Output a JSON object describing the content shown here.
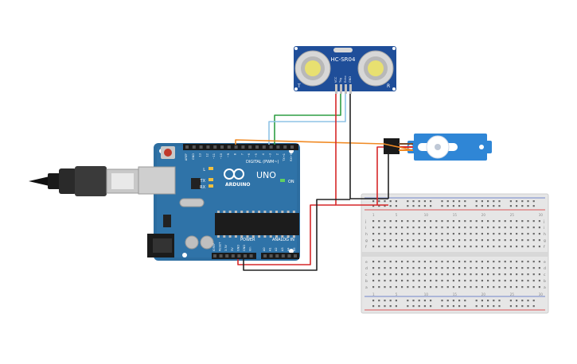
{
  "sensor": {
    "model": "HC-SR04",
    "left_mark": "T",
    "right_mark": "R",
    "pins": [
      "VCC",
      "Trig",
      "Echo",
      "GND"
    ]
  },
  "arduino": {
    "brand": "ARDUINO",
    "model": "UNO",
    "digital_label": "DIGITAL (PWM~)",
    "power_label": "POWER",
    "analog_label": "ANALOG IN",
    "on_label": "ON",
    "tx_label": "TX",
    "rx_label": "RX",
    "l_label": "L",
    "digital_pins": [
      "AREF",
      "GND",
      "13",
      "12",
      "~11",
      "~10",
      "~9",
      "8",
      "7",
      "~6",
      "~5",
      "4",
      "~3",
      "2",
      "TX→1",
      "RX←0"
    ],
    "power_pins": [
      "IOREF",
      "RESET",
      "3.3V",
      "5V",
      "GND",
      "GND",
      "Vin"
    ],
    "analog_pins": [
      "A0",
      "A1",
      "A2",
      "A3",
      "A4",
      "A5"
    ]
  },
  "breadboard": {
    "letters_top": [
      "j",
      "i",
      "h",
      "g",
      "f"
    ],
    "letters_bottom": [
      "e",
      "d",
      "c",
      "b",
      "a"
    ],
    "col_numbers": [
      "1",
      "5",
      "10",
      "15",
      "20",
      "25",
      "30"
    ]
  },
  "colors": {
    "board": "#2c6da0",
    "sensor_board": "#1f4e99",
    "breadboard": "#e6e6e6",
    "wire_red": "#d62728",
    "wire_black": "#222222",
    "wire_green": "#2e9e44",
    "wire_blue": "#8fc3e6",
    "wire_orange": "#f08a24",
    "servo": "#2f86d6"
  }
}
